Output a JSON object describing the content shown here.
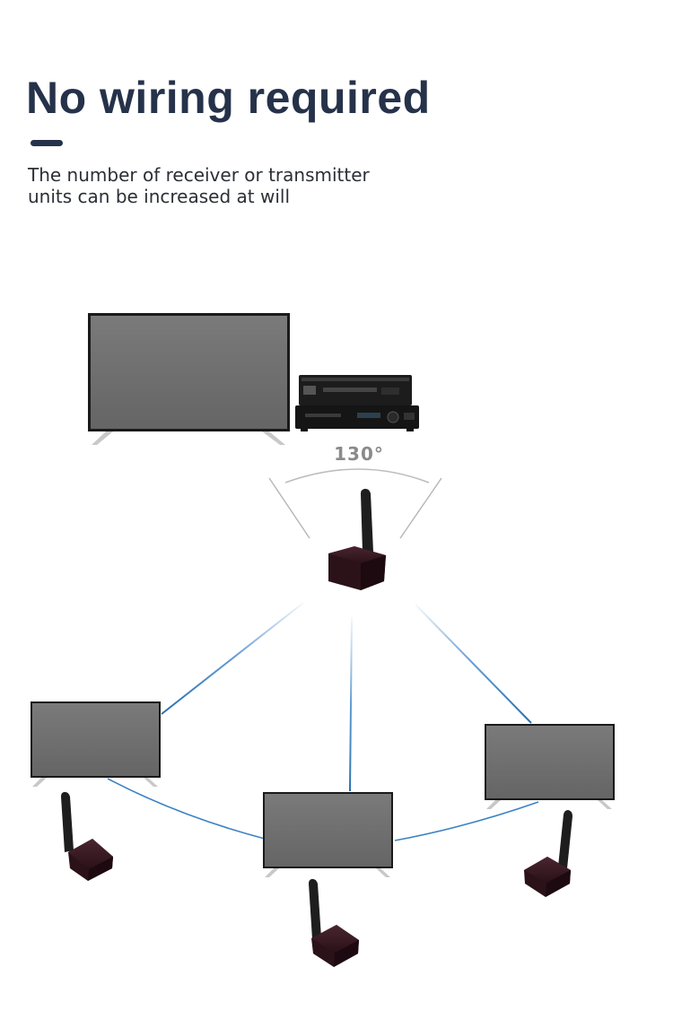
{
  "header": {
    "title": "No wiring required",
    "subtitle_lines": [
      "The number of receiver or transmitter",
      "units can be increased at will"
    ]
  },
  "diagram": {
    "angle_label": "130°",
    "colors": {
      "title": "#25324a",
      "link_line": "#3b82c4",
      "screen": "#6f6f6f",
      "bezel": "#1a1a1a",
      "module": "#3a1a22"
    }
  }
}
